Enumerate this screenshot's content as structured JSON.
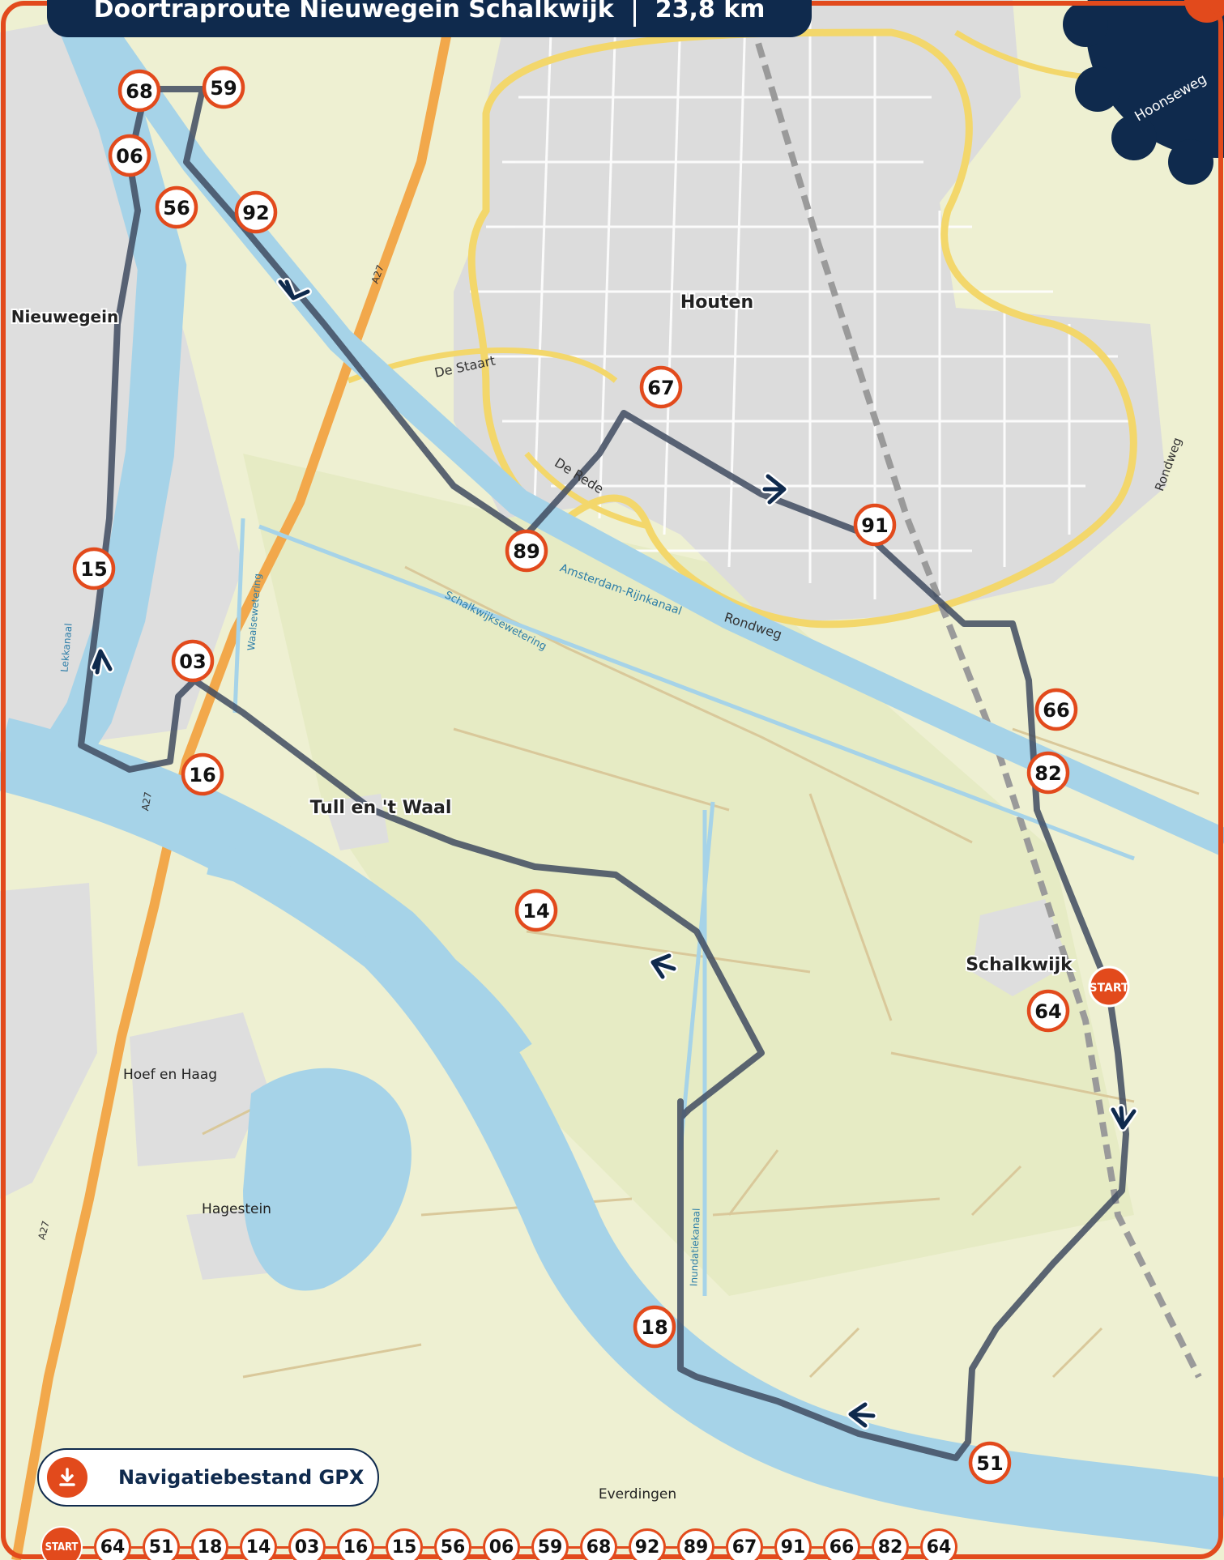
{
  "header": {
    "title": "Doortraproute Nieuwegein Schalkwijk",
    "distance": "23,8 km"
  },
  "gpx_button": {
    "label": "Navigatiebestand GPX",
    "icon": "download-icon"
  },
  "colors": {
    "accent": "#e24a1c",
    "navy": "#0f2a4d",
    "water": "#a6d3e8",
    "land": "#eef0d2",
    "route": "#3f4b60"
  },
  "map": {
    "place_labels": [
      "Nieuwegein",
      "Houten",
      "Tull en 't Waal",
      "Schalkwijk",
      "Hoef en Haag",
      "Hagestein",
      "Everdingen"
    ],
    "road_labels": [
      "De Staart",
      "De Rede",
      "Rondweg",
      "Rondweg",
      "A27",
      "A27",
      "A27",
      "Hoonseweg"
    ],
    "water_labels": [
      "Amsterdam-Rijnkanaal",
      "Schalkwijksewetering",
      "Waalsewetering",
      "Lekkanaal",
      "Inundatiekanaal"
    ],
    "start_label": "START",
    "nodes": [
      "68",
      "59",
      "06",
      "56",
      "92",
      "67",
      "91",
      "89",
      "15",
      "03",
      "66",
      "82",
      "16",
      "14",
      "64",
      "18",
      "51"
    ]
  },
  "sequence": {
    "start_label": "START",
    "nodes": [
      "64",
      "51",
      "18",
      "14",
      "03",
      "16",
      "15",
      "56",
      "06",
      "59",
      "68",
      "92",
      "89",
      "67",
      "91",
      "66",
      "82",
      "64"
    ]
  }
}
